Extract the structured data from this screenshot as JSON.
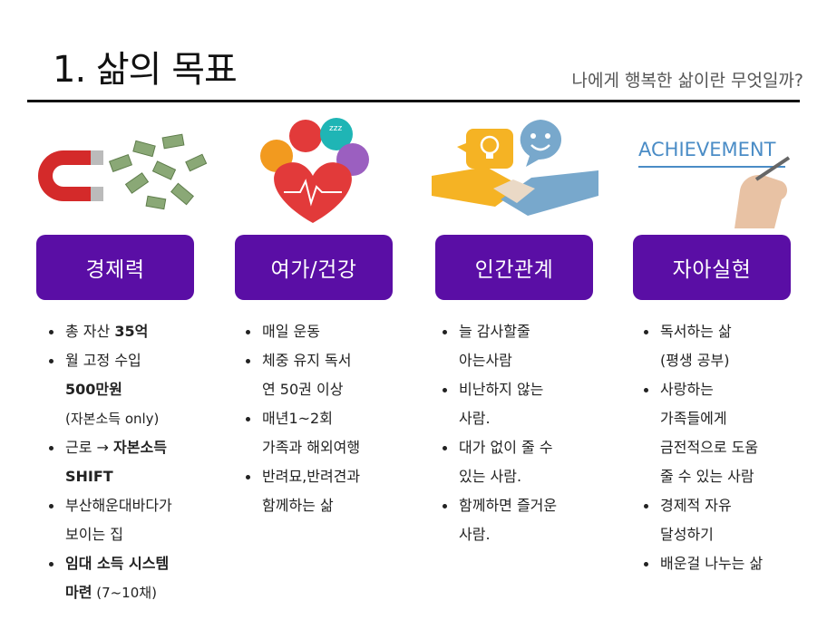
{
  "header": {
    "title": "1. 삶의 목표",
    "subtitle": "나에게 행복한 삶이란 무엇일까?"
  },
  "icons": {
    "col1": "magnet-money-icon",
    "col2": "health-heart-icon",
    "col3": "handshake-idea-icon",
    "col4": "achievement-hand-icon"
  },
  "colors": {
    "badge": "#5a0ea5",
    "heart": "#e23a3a"
  },
  "art": {
    "achievement_word": "ACHIEVEMENT",
    "sleep_text": "zzz"
  },
  "columns": [
    {
      "heading": "경제력",
      "items": [
        {
          "lines": [
            "총 자산 ",
            "35억"
          ]
        },
        {
          "lines": [
            "월 고정 수입",
            "500만원",
            "(자본소득 only)"
          ]
        },
        {
          "lines": [
            "근로 → ",
            "자본소득",
            "SHIFT"
          ]
        },
        {
          "lines": [
            "부산해운대바다가",
            "보이는 집"
          ]
        },
        {
          "lines": [
            "임대 소득 시스템",
            "마련",
            " (7~10채)"
          ]
        }
      ]
    },
    {
      "heading": "여가/건강",
      "items": [
        {
          "lines": [
            "매일 운동"
          ]
        },
        {
          "lines": [
            "체중 유지 독서",
            "연 50권 이상"
          ]
        },
        {
          "lines": [
            "매년1~2회",
            "가족과 해외여행"
          ]
        },
        {
          "lines": [
            "반려묘,반려견과",
            "함께하는 삶"
          ]
        }
      ]
    },
    {
      "heading": "인간관계",
      "items": [
        {
          "lines": [
            "늘 감사할줄",
            "아는사람"
          ]
        },
        {
          "lines": [
            "비난하지 않는",
            "사람."
          ]
        },
        {
          "lines": [
            "대가 없이 줄 수",
            "있는 사람."
          ]
        },
        {
          "lines": [
            "함께하면 즐거운",
            "사람."
          ]
        }
      ]
    },
    {
      "heading": "자아실현",
      "items": [
        {
          "lines": [
            "독서하는 삶",
            "(평생 공부)"
          ]
        },
        {
          "lines": [
            "사랑하는",
            "가족들에게",
            "금전적으로 도움",
            "줄 수 있는 사람"
          ]
        },
        {
          "lines": [
            "경제적 자유",
            "달성하기"
          ]
        },
        {
          "lines": [
            "배운걸 나누는 삶"
          ]
        }
      ]
    }
  ]
}
